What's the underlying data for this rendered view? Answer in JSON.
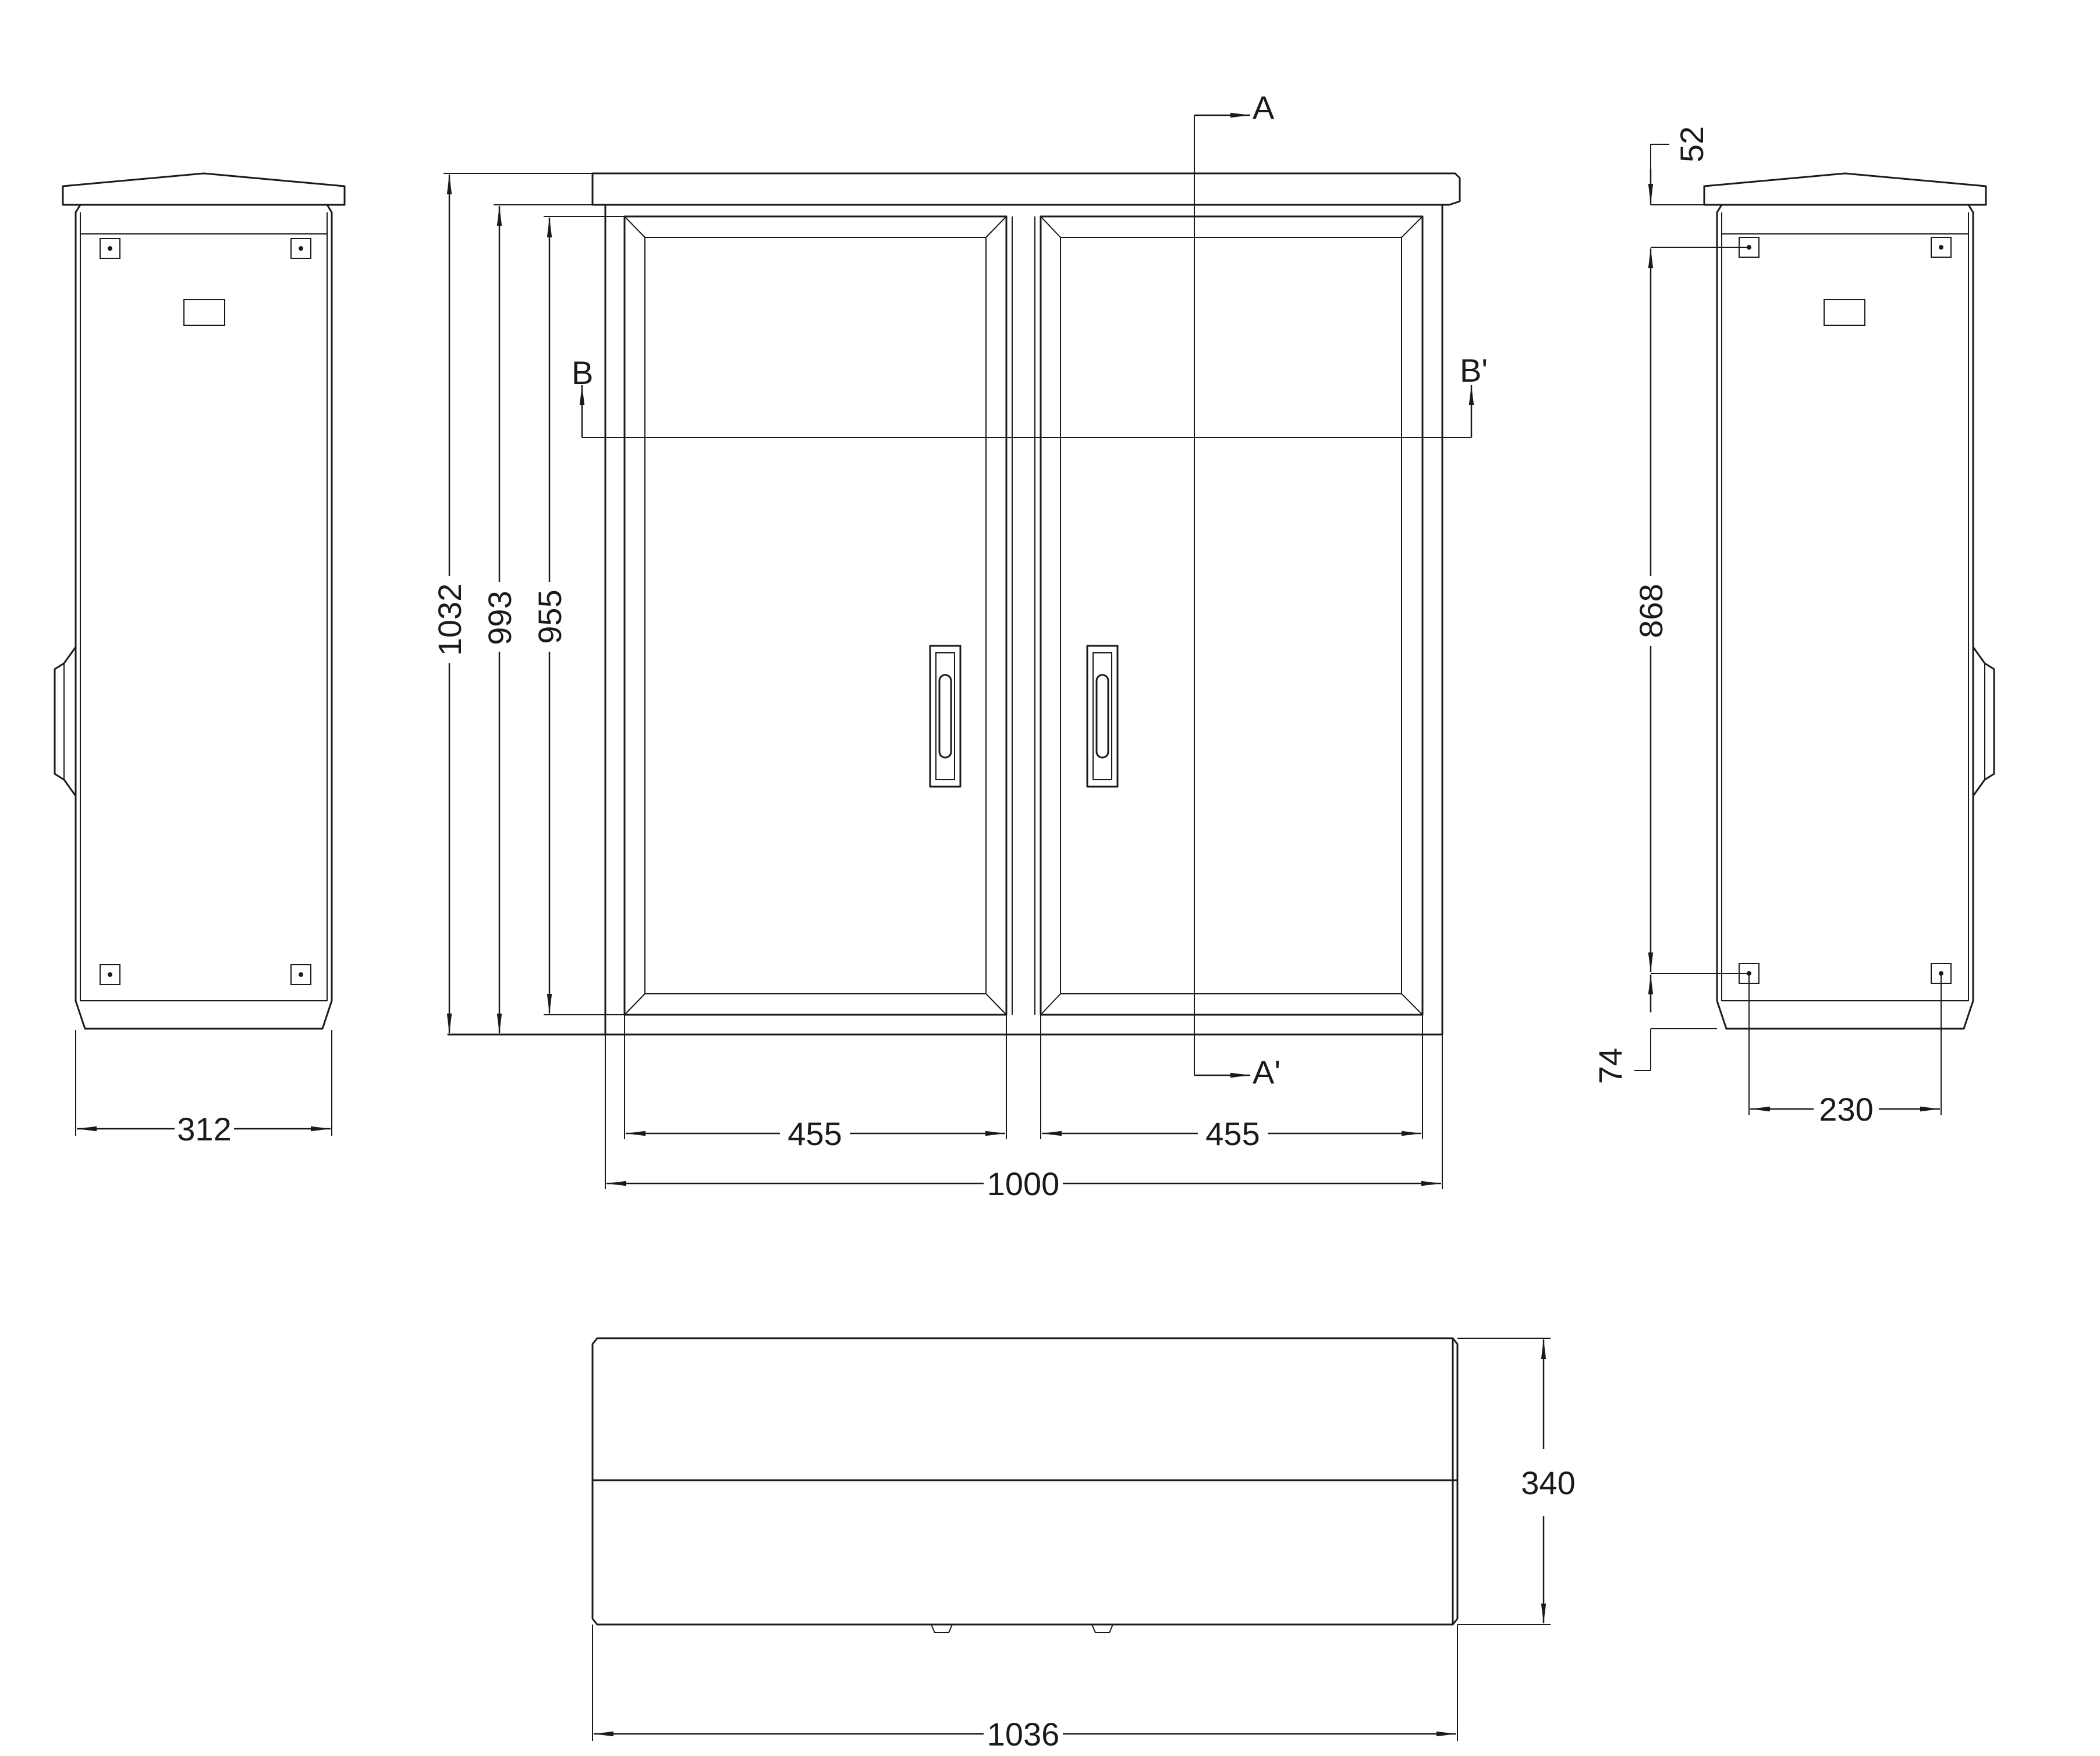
{
  "views": {
    "left_side": {
      "width_dim": "312"
    },
    "front": {
      "height_overall": "1032",
      "height_body": "993",
      "height_door": "955",
      "door_left_width": "455",
      "door_right_width": "455",
      "total_width": "1000",
      "section_a": "A",
      "section_a_prime": "A'",
      "section_b": "B",
      "section_b_prime": "B'"
    },
    "right_side": {
      "top_offset": "52",
      "mount_spacing_v": "868",
      "bottom_offset": "74",
      "mount_spacing_h": "230"
    },
    "top": {
      "depth": "340",
      "width": "1036"
    }
  }
}
